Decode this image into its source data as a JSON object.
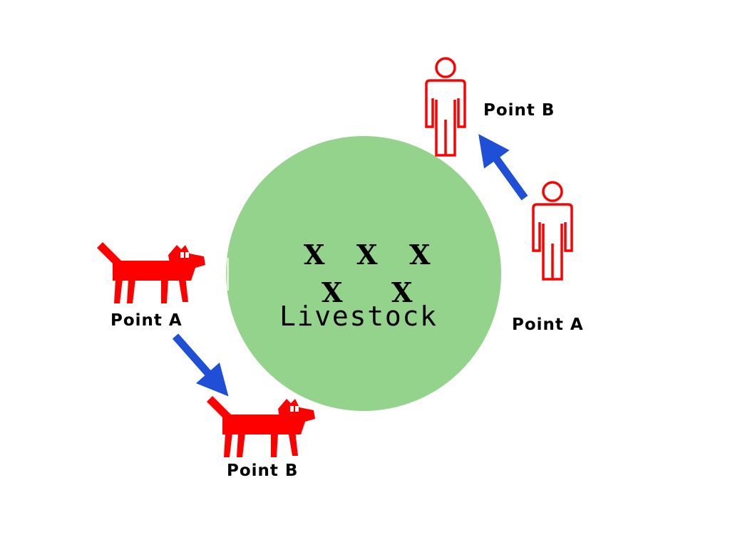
{
  "colors": {
    "field": "#94d38b",
    "predator": "#ff0000",
    "arrow": "#1e4fd6",
    "text": "#000000"
  },
  "pasture": {
    "label": "Livestock",
    "markers": [
      "X",
      "X",
      "X",
      "X",
      "X"
    ]
  },
  "wolf": {
    "icon": "wolf-icon",
    "start_label": "Point A",
    "end_label": "Point B"
  },
  "human": {
    "icon": "person-icon",
    "start_label": "Point A",
    "end_label": "Point B"
  }
}
